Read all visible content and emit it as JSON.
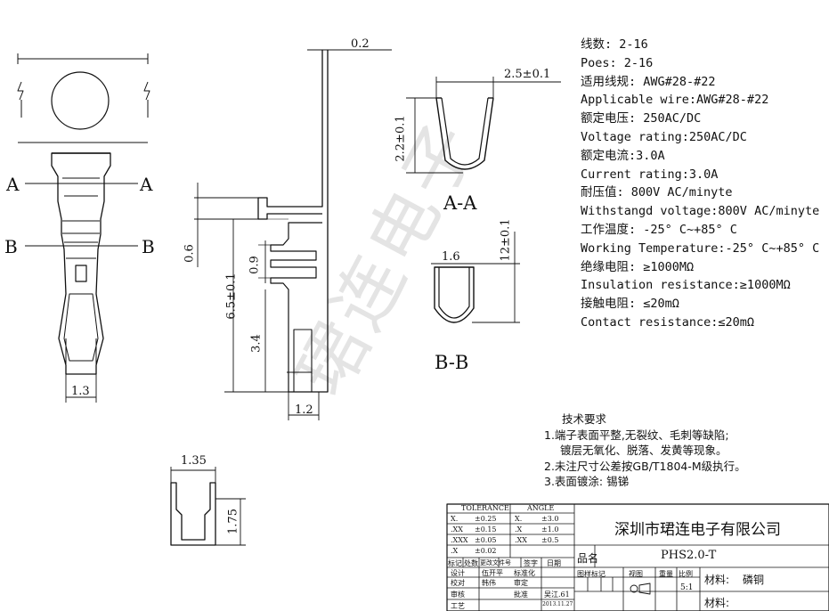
{
  "specs": [
    "线数: 2-16",
    "Poes: 2-16",
    "适用线规: AWG#28-#22",
    "Applicable wire:AWG#28-#22",
    "额定电压: 250AC/DC",
    "Voltage rating:250AC/DC",
    "额定电流:3.0A",
    "Current rating:3.0A",
    "耐压值: 800V AC/minyte",
    "Withstangd voltage:800V AC/minyte",
    "工作温度: -25° C~+85° C",
    "Working Temperature:-25° C~+85° C",
    "绝缘电阻: ≥1000MΩ",
    "Insulation resistance:≥1000MΩ",
    "接触电阻: ≤20mΩ",
    "Contact resistance:≤20mΩ"
  ],
  "notes": {
    "title": "技术要求",
    "items": [
      "1.端子表面平整,无裂纹、毛刺等缺陷;",
      "镀层无氧化、脱落、发黄等现象。",
      "2.未注尺寸公差按GB/T1804-M级执行。",
      "3.表面镀涂: 锡锑"
    ]
  },
  "section_labels": {
    "aa": "A-A",
    "bb": "B-B",
    "a": "A",
    "b": "B"
  },
  "dimensions": {
    "thickness": "0.2",
    "aa_width": "2.5±0.1",
    "aa_height": "2.2±0.1",
    "bb_width": "1.6",
    "bb_height": "12±0.1",
    "d06": "0.6",
    "d65": "6.5±0.1",
    "d09": "0.9",
    "d34": "3.4",
    "d12": "1.2",
    "d13": "1.3",
    "d135": "1.35",
    "d175": "1.75"
  },
  "title_block": {
    "company": "深圳市珺连电子有限公司",
    "part_no": "PHS2.0-T",
    "part_name_label": "品名",
    "material_label": "材料:",
    "material": "磷铜",
    "material_label2": "材料:",
    "scale": "5:1",
    "tolerance_header": "TOLERANCE",
    "angle_header": "ANGLE",
    "tol_rows": [
      [
        "X.",
        "±0.25"
      ],
      [
        ".XX",
        "±0.15"
      ],
      [
        ".XXX",
        "±0.05"
      ],
      [
        ".X",
        "±0.02"
      ]
    ],
    "angle_rows": [
      [
        "X.",
        "±3.0"
      ],
      [
        ".X",
        "±1.0"
      ],
      [
        ".XX",
        "±0.5"
      ]
    ],
    "rev_headers": [
      "标记",
      "处数",
      "更改文件号",
      "签字",
      "日期"
    ],
    "roles": [
      "设计",
      "校对",
      "审核",
      "工艺"
    ],
    "role_names": [
      "伍开平",
      "韩伟",
      "",
      ""
    ],
    "roles2": [
      "标准化",
      "审定",
      "批准"
    ],
    "approver": "吴江.61",
    "date": "2013.11.27",
    "cols": [
      "图样标记",
      "视图",
      "重量",
      "比例"
    ]
  },
  "watermark": "珺连电子"
}
